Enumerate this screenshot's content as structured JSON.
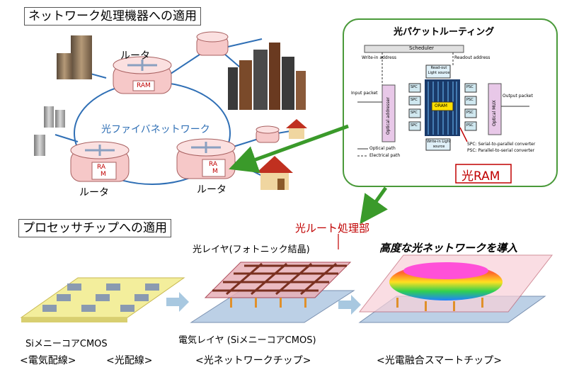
{
  "network": {
    "title": "ネットワーク処理機器への適用",
    "router_label": "ルータ",
    "ram_label": "RAM",
    "ram_label_split_top": "RA",
    "ram_label_split_bottom": "M",
    "fiber_label": "光ファイバネットワーク"
  },
  "packet": {
    "title": "光パケットルーティング",
    "scheduler": "Scheduler",
    "write_in_address": "Write-in address",
    "readout_address": "Readout address",
    "readout_light": "Read-out Light source",
    "input_packet": "Input packet",
    "output_packet": "Output packet",
    "optical_addresser": "Optical addresser",
    "optical_mux": "Optical MUX",
    "oram": "ORAM",
    "spc": "SPC",
    "psc": "PSC",
    "writein_light": "Write-in Light source",
    "optical_path": "Optical path",
    "electrical_path": "Electrical path",
    "spc_legend": "SPC: Serial-to-parallel converter",
    "psc_legend": "PSC: Parallel-to-serial converter",
    "optical_ram": "光RAM"
  },
  "chip": {
    "title": "プロセッサチップへの適用",
    "route_unit": "光ルート処理部",
    "photonic_layer": "光レイヤ(フォトニック結晶)",
    "advanced_network": "高度な光ネットワークを導入",
    "si_cmos": "SiメニーコアCMOS",
    "electric_layer": "電気レイヤ (SiメニーコアCMOS)",
    "cap_electric": "<電気配線>",
    "cap_optical": "<光配線>",
    "cap_network_chip": "<光ネットワークチップ>",
    "cap_smart_chip": "<光電融合スマートチップ>"
  },
  "colors": {
    "router_fill": "#f6c8c8",
    "fiber_line": "#2f6fb5",
    "green_arrow": "#3a9a2a",
    "panel_border": "#4a9a3a",
    "chip_yellow": "#f3ee9c",
    "chip_blue": "#bcd0e6",
    "accent_red": "#c00000"
  }
}
